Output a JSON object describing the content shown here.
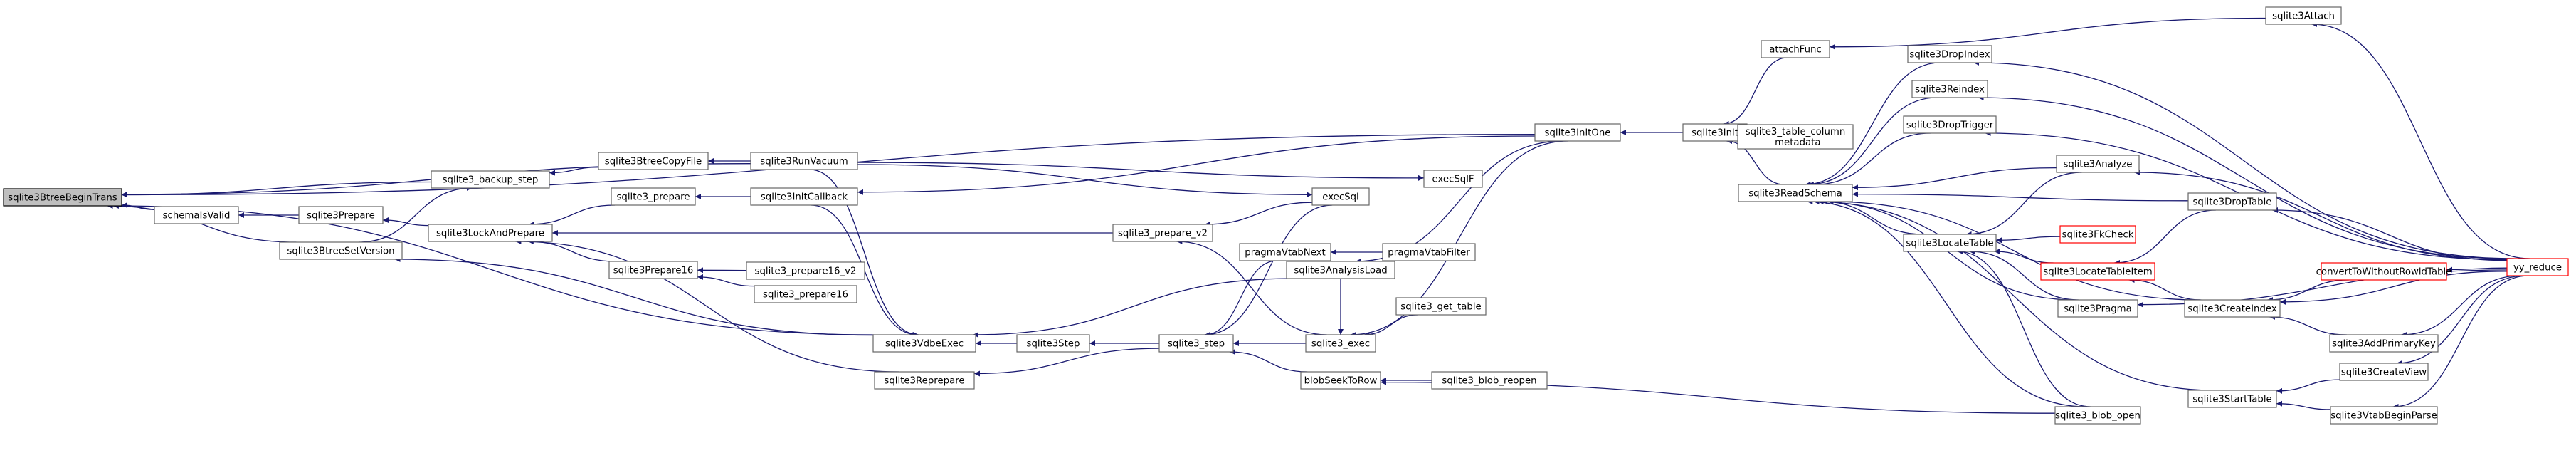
{
  "colors": {
    "edge": "#191970",
    "node_border": "#666666",
    "highlight_fill": "#bfbfbf",
    "red_border": "#ff0000"
  },
  "nodes": {
    "n0": {
      "label": "sqlite3BtreeBeginTrans"
    },
    "n1": {
      "label": "sqlite3_backup_step"
    },
    "n2": {
      "label": "sqlite3BtreeCopyFile"
    },
    "n3": {
      "label": "sqlite3RunVacuum"
    },
    "n4": {
      "label": "schemaIsValid"
    },
    "n5": {
      "label": "sqlite3Prepare"
    },
    "n6": {
      "label": "sqlite3BtreeSetVersion"
    },
    "n7": {
      "label": "sqlite3LockAndPrepare"
    },
    "n8": {
      "label": "sqlite3_prepare"
    },
    "n9": {
      "label": "sqlite3Prepare16"
    },
    "n10": {
      "label": "sqlite3Reprepare"
    },
    "n11": {
      "label": "sqlite3InitCallback"
    },
    "n12": {
      "label": "sqlite3_prepare_v2"
    },
    "n13": {
      "label": "sqlite3_prepare16_v2"
    },
    "n14": {
      "label": "sqlite3_prepare16"
    },
    "n15": {
      "label": "sqlite3VdbeExec"
    },
    "n16": {
      "label": "sqlite3Step"
    },
    "n17": {
      "label": "sqlite3_step"
    },
    "n18": {
      "label": "execSql"
    },
    "n19": {
      "label": "execSqlF"
    },
    "n20": {
      "label": "pragmaVtabNext"
    },
    "n21": {
      "label": "pragmaVtabFilter"
    },
    "n22": {
      "label": "sqlite3AnalysisLoad"
    },
    "n23": {
      "label": "sqlite3_exec"
    },
    "n24": {
      "label": "sqlite3_get_table"
    },
    "n25": {
      "label": "blobSeekToRow"
    },
    "n26": {
      "label": "sqlite3_blob_reopen"
    },
    "n27": {
      "label": "sqlite3InitOne"
    },
    "n28": {
      "label": "sqlite3Init"
    },
    "n29": {
      "label": "attachFunc"
    },
    "n30": {
      "label": "sqlite3Attach"
    },
    "n31": {
      "label": "sqlite3_table_column",
      "label2": "_metadata"
    },
    "n32": {
      "label": "sqlite3ReadSchema"
    },
    "n33": {
      "label": "sqlite3DropIndex"
    },
    "n34": {
      "label": "sqlite3Reindex"
    },
    "n35": {
      "label": "sqlite3DropTrigger"
    },
    "n36": {
      "label": "sqlite3Analyze"
    },
    "n37": {
      "label": "sqlite3LocateTable"
    },
    "n38": {
      "label": "sqlite3FkCheck"
    },
    "n39": {
      "label": "sqlite3LocateTableItem"
    },
    "n40": {
      "label": "sqlite3Pragma"
    },
    "n41": {
      "label": "sqlite3DropTable"
    },
    "n42": {
      "label": "sqlite3CreateIndex"
    },
    "n43": {
      "label": "convertToWithoutRowidTable"
    },
    "n44": {
      "label": "sqlite3AddPrimaryKey"
    },
    "n45": {
      "label": "sqlite3_blob_open"
    },
    "n46": {
      "label": "sqlite3StartTable"
    },
    "n47": {
      "label": "sqlite3CreateView"
    },
    "n48": {
      "label": "sqlite3VtabBeginParse"
    },
    "n49": {
      "label": "yy_reduce"
    }
  }
}
